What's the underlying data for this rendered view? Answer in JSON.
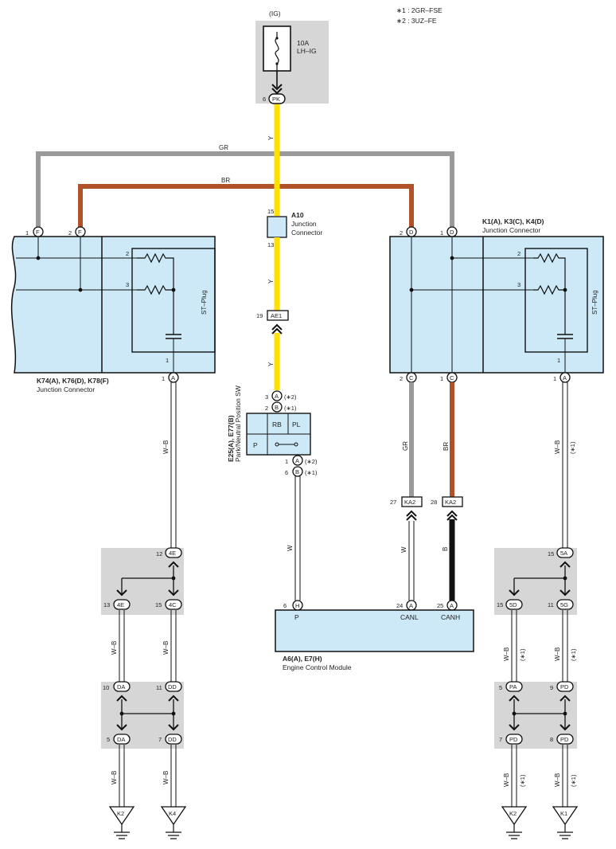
{
  "notes": {
    "n1": "∗1 : 2GR–FSE",
    "n2": "∗2 : 3UZ–FE"
  },
  "fuse": {
    "source": "(IG)",
    "rating": "10A",
    "name": "LH–IG",
    "pin": "6",
    "conn": "PK"
  },
  "wires": {
    "y": "Y",
    "gr": "GR",
    "br": "BR",
    "wb": "W–B",
    "w": "W",
    "b": "B"
  },
  "a10": {
    "id": "A10",
    "l1": "Junction",
    "l2": "Connector",
    "p15": "15",
    "p13": "13"
  },
  "ae1": {
    "pin": "19",
    "label": "AE1"
  },
  "left_jc": {
    "title": "K74(A), K76(D), K78(F)",
    "subtitle": "Junction Connector",
    "pin_f1": "1",
    "conn_f": "F",
    "pin_f2": "2",
    "r_pin2": "2",
    "r_pin3": "3",
    "r_pin1": "1",
    "stplug": "ST–Plug",
    "pin_a": "1",
    "conn_a": "A"
  },
  "right_jc": {
    "title": "K1(A), K3(C), K4(D)",
    "subtitle": "Junction Connector",
    "pin_d2": "2",
    "pin_d1": "1",
    "conn_d": "D",
    "r_pin2": "2",
    "r_pin3": "3",
    "r_pin1": "1",
    "stplug": "ST–Plug",
    "pin_c2": "2",
    "pin_c1": "1",
    "conn_c": "C",
    "pin_a": "1",
    "conn_a": "A"
  },
  "pnsw": {
    "title": "E25(A), E77(B)",
    "subtitle": "Park/Neutral Position SW",
    "p3": "3",
    "cA": "A",
    "note2": "(∗2)",
    "p2": "2",
    "cB": "B",
    "note1": "(∗1)",
    "rb": "RB",
    "pl": "PL",
    "p": "P",
    "p1": "1",
    "p6": "6"
  },
  "ka2": {
    "p27": "27",
    "p28": "28",
    "label": "KA2"
  },
  "ecm": {
    "title": "A6(A), E7(H)",
    "subtitle": "Engine Control Module",
    "p6": "6",
    "cH": "H",
    "label_p": "P",
    "p24": "24",
    "cA": "A",
    "label_canl": "CANL",
    "p25": "25",
    "label_canh": "CANH"
  },
  "left_j1": {
    "p12": "12",
    "c4E": "4E",
    "p13": "13",
    "p15": "15",
    "c4C": "4C"
  },
  "left_j2": {
    "p10": "10",
    "cDA": "DA",
    "p11": "11",
    "cDD": "DD",
    "p5": "5",
    "p7": "7"
  },
  "left_grounds": {
    "g1": "K2",
    "g2": "K4"
  },
  "right_j1": {
    "p15": "15",
    "c5A": "5A",
    "p15b": "15",
    "c5D": "5D",
    "p11": "11",
    "c5G": "5G"
  },
  "right_j2": {
    "p5": "5",
    "cPA": "PA",
    "p9": "9",
    "cPD": "PD",
    "p7": "7",
    "p8": "8"
  },
  "right_grounds": {
    "g1": "K2",
    "g2": "K1"
  },
  "note_star1": "(∗1)",
  "colors": {
    "yellow": "#ffe000",
    "gray": "#9a9a9a",
    "brown": "#b0512a",
    "panel_blue": "#cde9f7",
    "shade": "#d6d6d6",
    "black": "#111111"
  }
}
